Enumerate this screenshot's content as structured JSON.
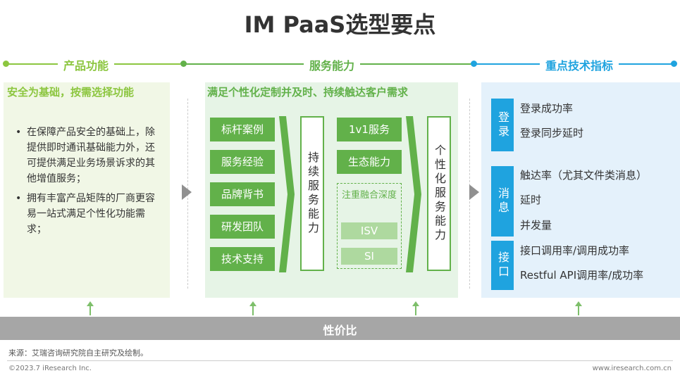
{
  "title": "IM PaaS选型要点",
  "sections": {
    "product": "产品功能",
    "service": "服务能力",
    "tech": "重点技术指标"
  },
  "product_panel": {
    "heading": "安全为基础，按需选择功能",
    "bullets": [
      "在保障产品安全的基础上，除提供即时通讯基础能力外，还可提供满足业务场景诉求的其他增值服务；",
      "拥有丰富产品矩阵的厂商更容易一站式满足个性化功能需求；"
    ]
  },
  "service_panel": {
    "heading": "满足个性化定制并及时、持续触达客户需求",
    "left_items": [
      "标杆案例",
      "服务经验",
      "品牌背书",
      "研发团队",
      "技术支持"
    ],
    "mid_label": "持续服务能力",
    "right_items": [
      "1v1服务",
      "生态能力"
    ],
    "depth_label": "注重融合深度",
    "depth_items": [
      "ISV",
      "SI"
    ],
    "end_label": "个性化服务能力"
  },
  "tech_panel": {
    "groups": [
      {
        "tag": "登录",
        "items": [
          "登录成功率",
          "登录同步延时"
        ]
      },
      {
        "tag": "消息",
        "items": [
          "触达率（尤其文件类消息）",
          "延时",
          "并发量"
        ]
      },
      {
        "tag": "接口",
        "items": [
          "接口调用率/调用成功率",
          "Restful API调用率/成功率"
        ]
      }
    ]
  },
  "bottom_bar": "性价比",
  "source": "来源：艾瑞咨询研究院自主研究及绘制。",
  "copyright": "©2023.7 iResearch Inc.",
  "site": "www.iresearch.com.cn",
  "colors": {
    "green": "#62b14a",
    "lightgreen": "#8cc63f",
    "blue": "#1fa3df",
    "gray": "#a6a6a6"
  }
}
